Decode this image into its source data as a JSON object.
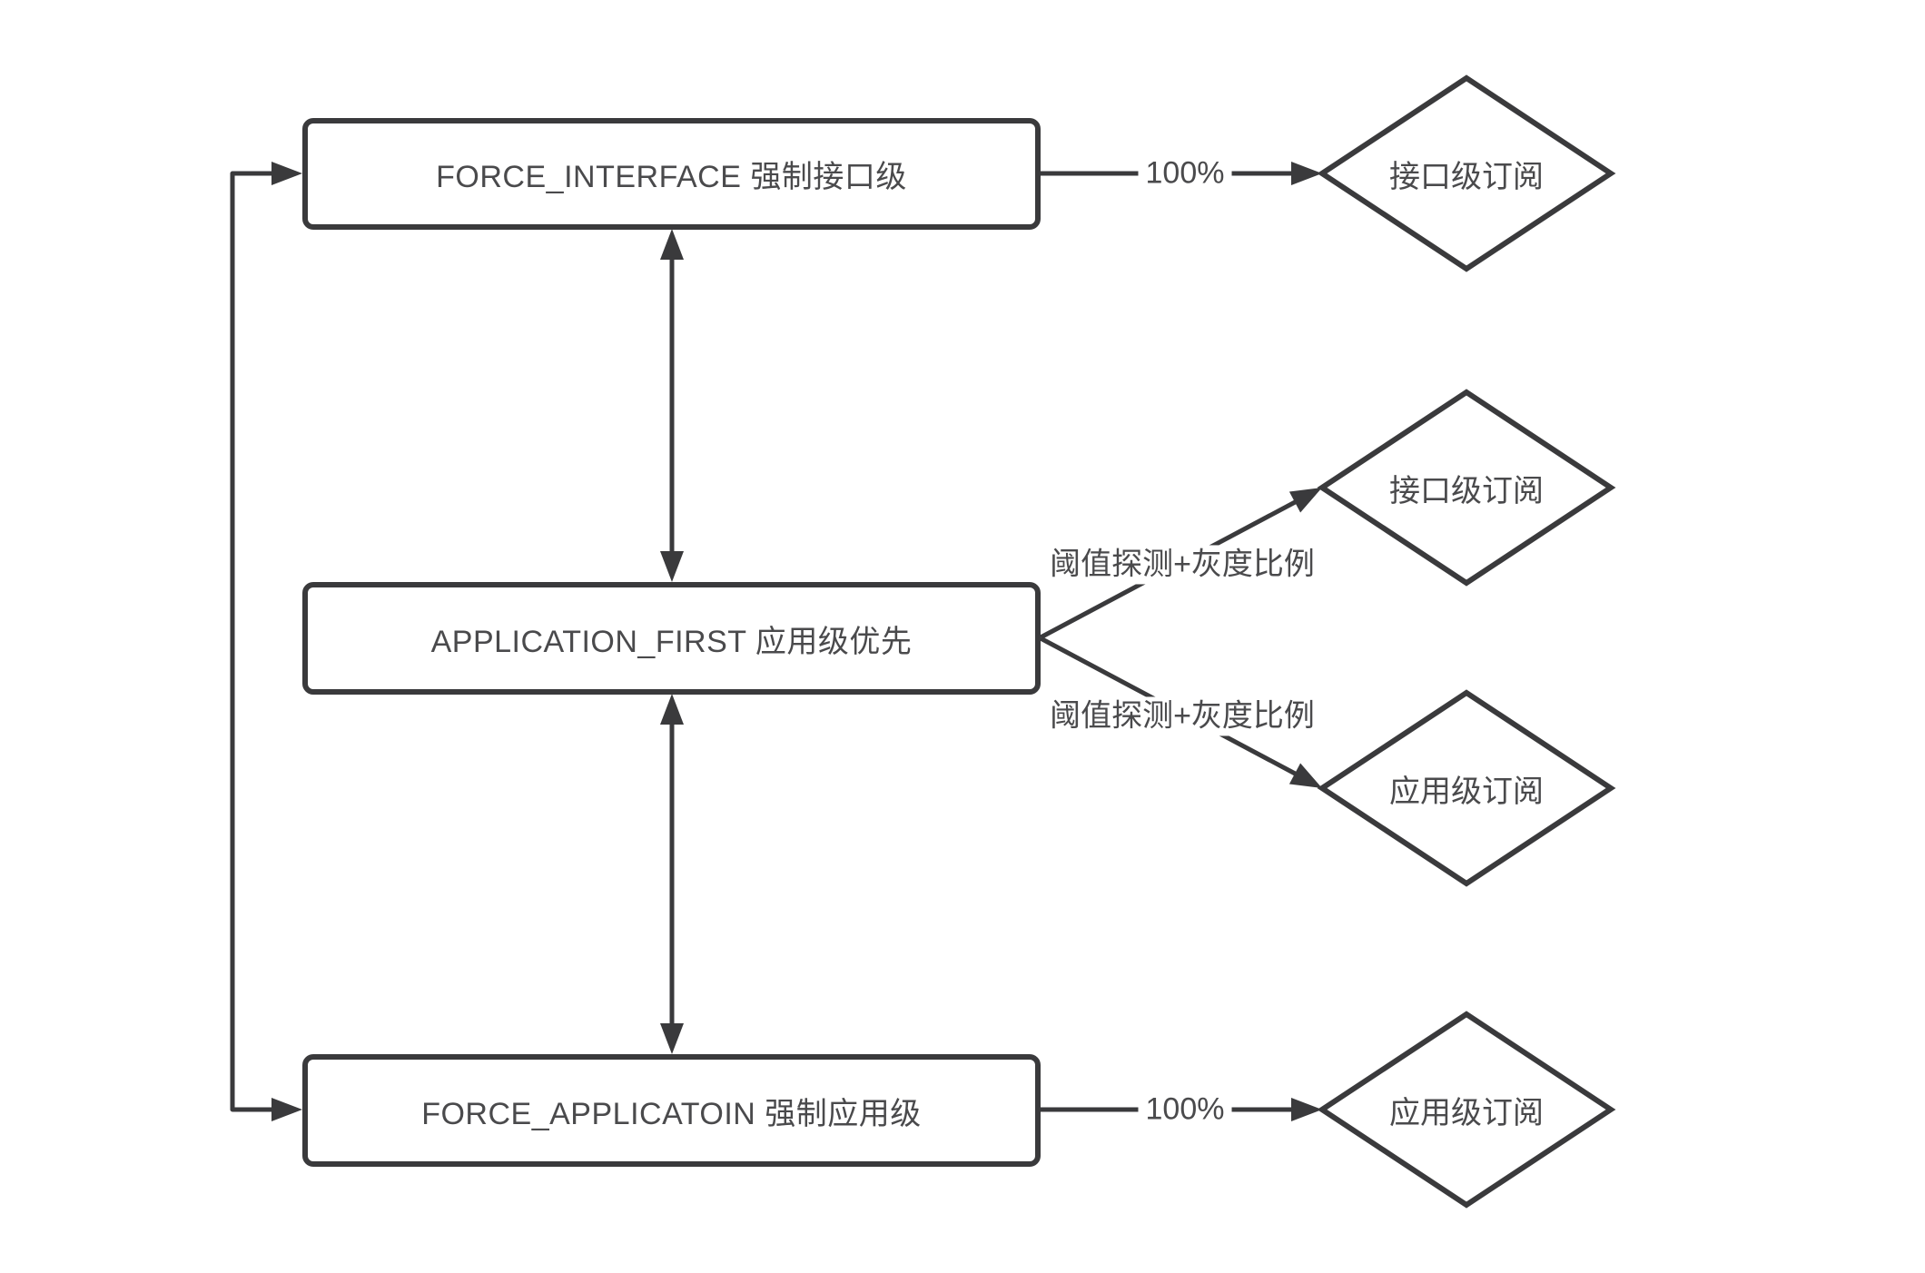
{
  "colors": {
    "background": "#ffffff",
    "stroke": "#3a3a3c",
    "text": "#4a4a4c"
  },
  "nodes": {
    "force_interface": {
      "label": "FORCE_INTERFACE 强制接口级"
    },
    "application_first": {
      "label": "APPLICATION_FIRST 应用级优先"
    },
    "force_application": {
      "label": "FORCE_APPLICATOIN 强制应用级"
    },
    "interface_sub_top": {
      "label": "接口级订阅"
    },
    "interface_sub_mid": {
      "label": "接口级订阅"
    },
    "application_sub_mid": {
      "label": "应用级订阅"
    },
    "application_sub_bottom": {
      "label": "应用级订阅"
    }
  },
  "edge_labels": {
    "force_interface_ratio": "100%",
    "app_first_upper": "阈值探测+灰度比例",
    "app_first_lower": "阈值探测+灰度比例",
    "force_application_ratio": "100%"
  }
}
